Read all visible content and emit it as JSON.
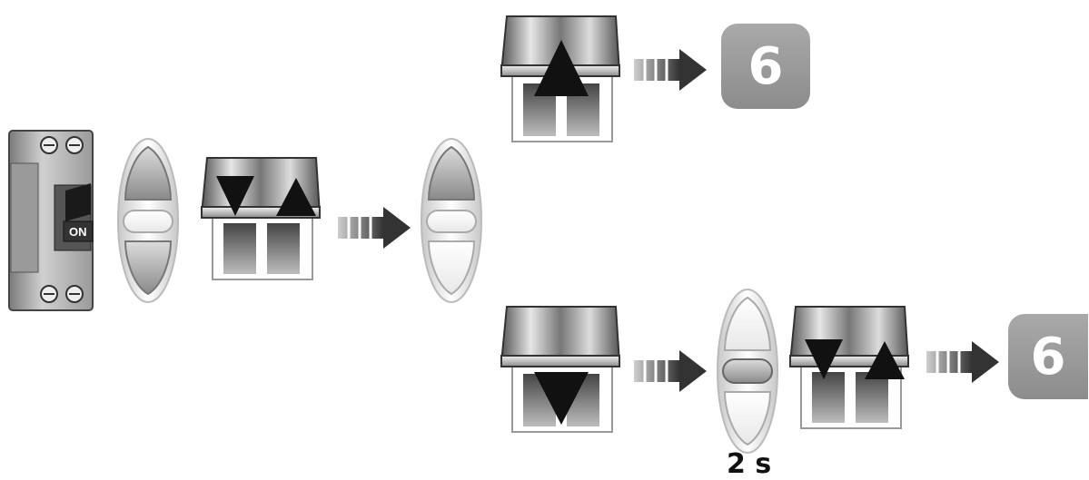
{
  "breaker": {
    "switch_label": "ON"
  },
  "steps": {
    "top_result": "6",
    "bottom_result": "6"
  },
  "hold": {
    "duration": "2 s"
  },
  "colors": {
    "badge": "#999999",
    "arrow": "#333333",
    "triangle": "#111111",
    "highlight_button": "#8f8f8f"
  }
}
